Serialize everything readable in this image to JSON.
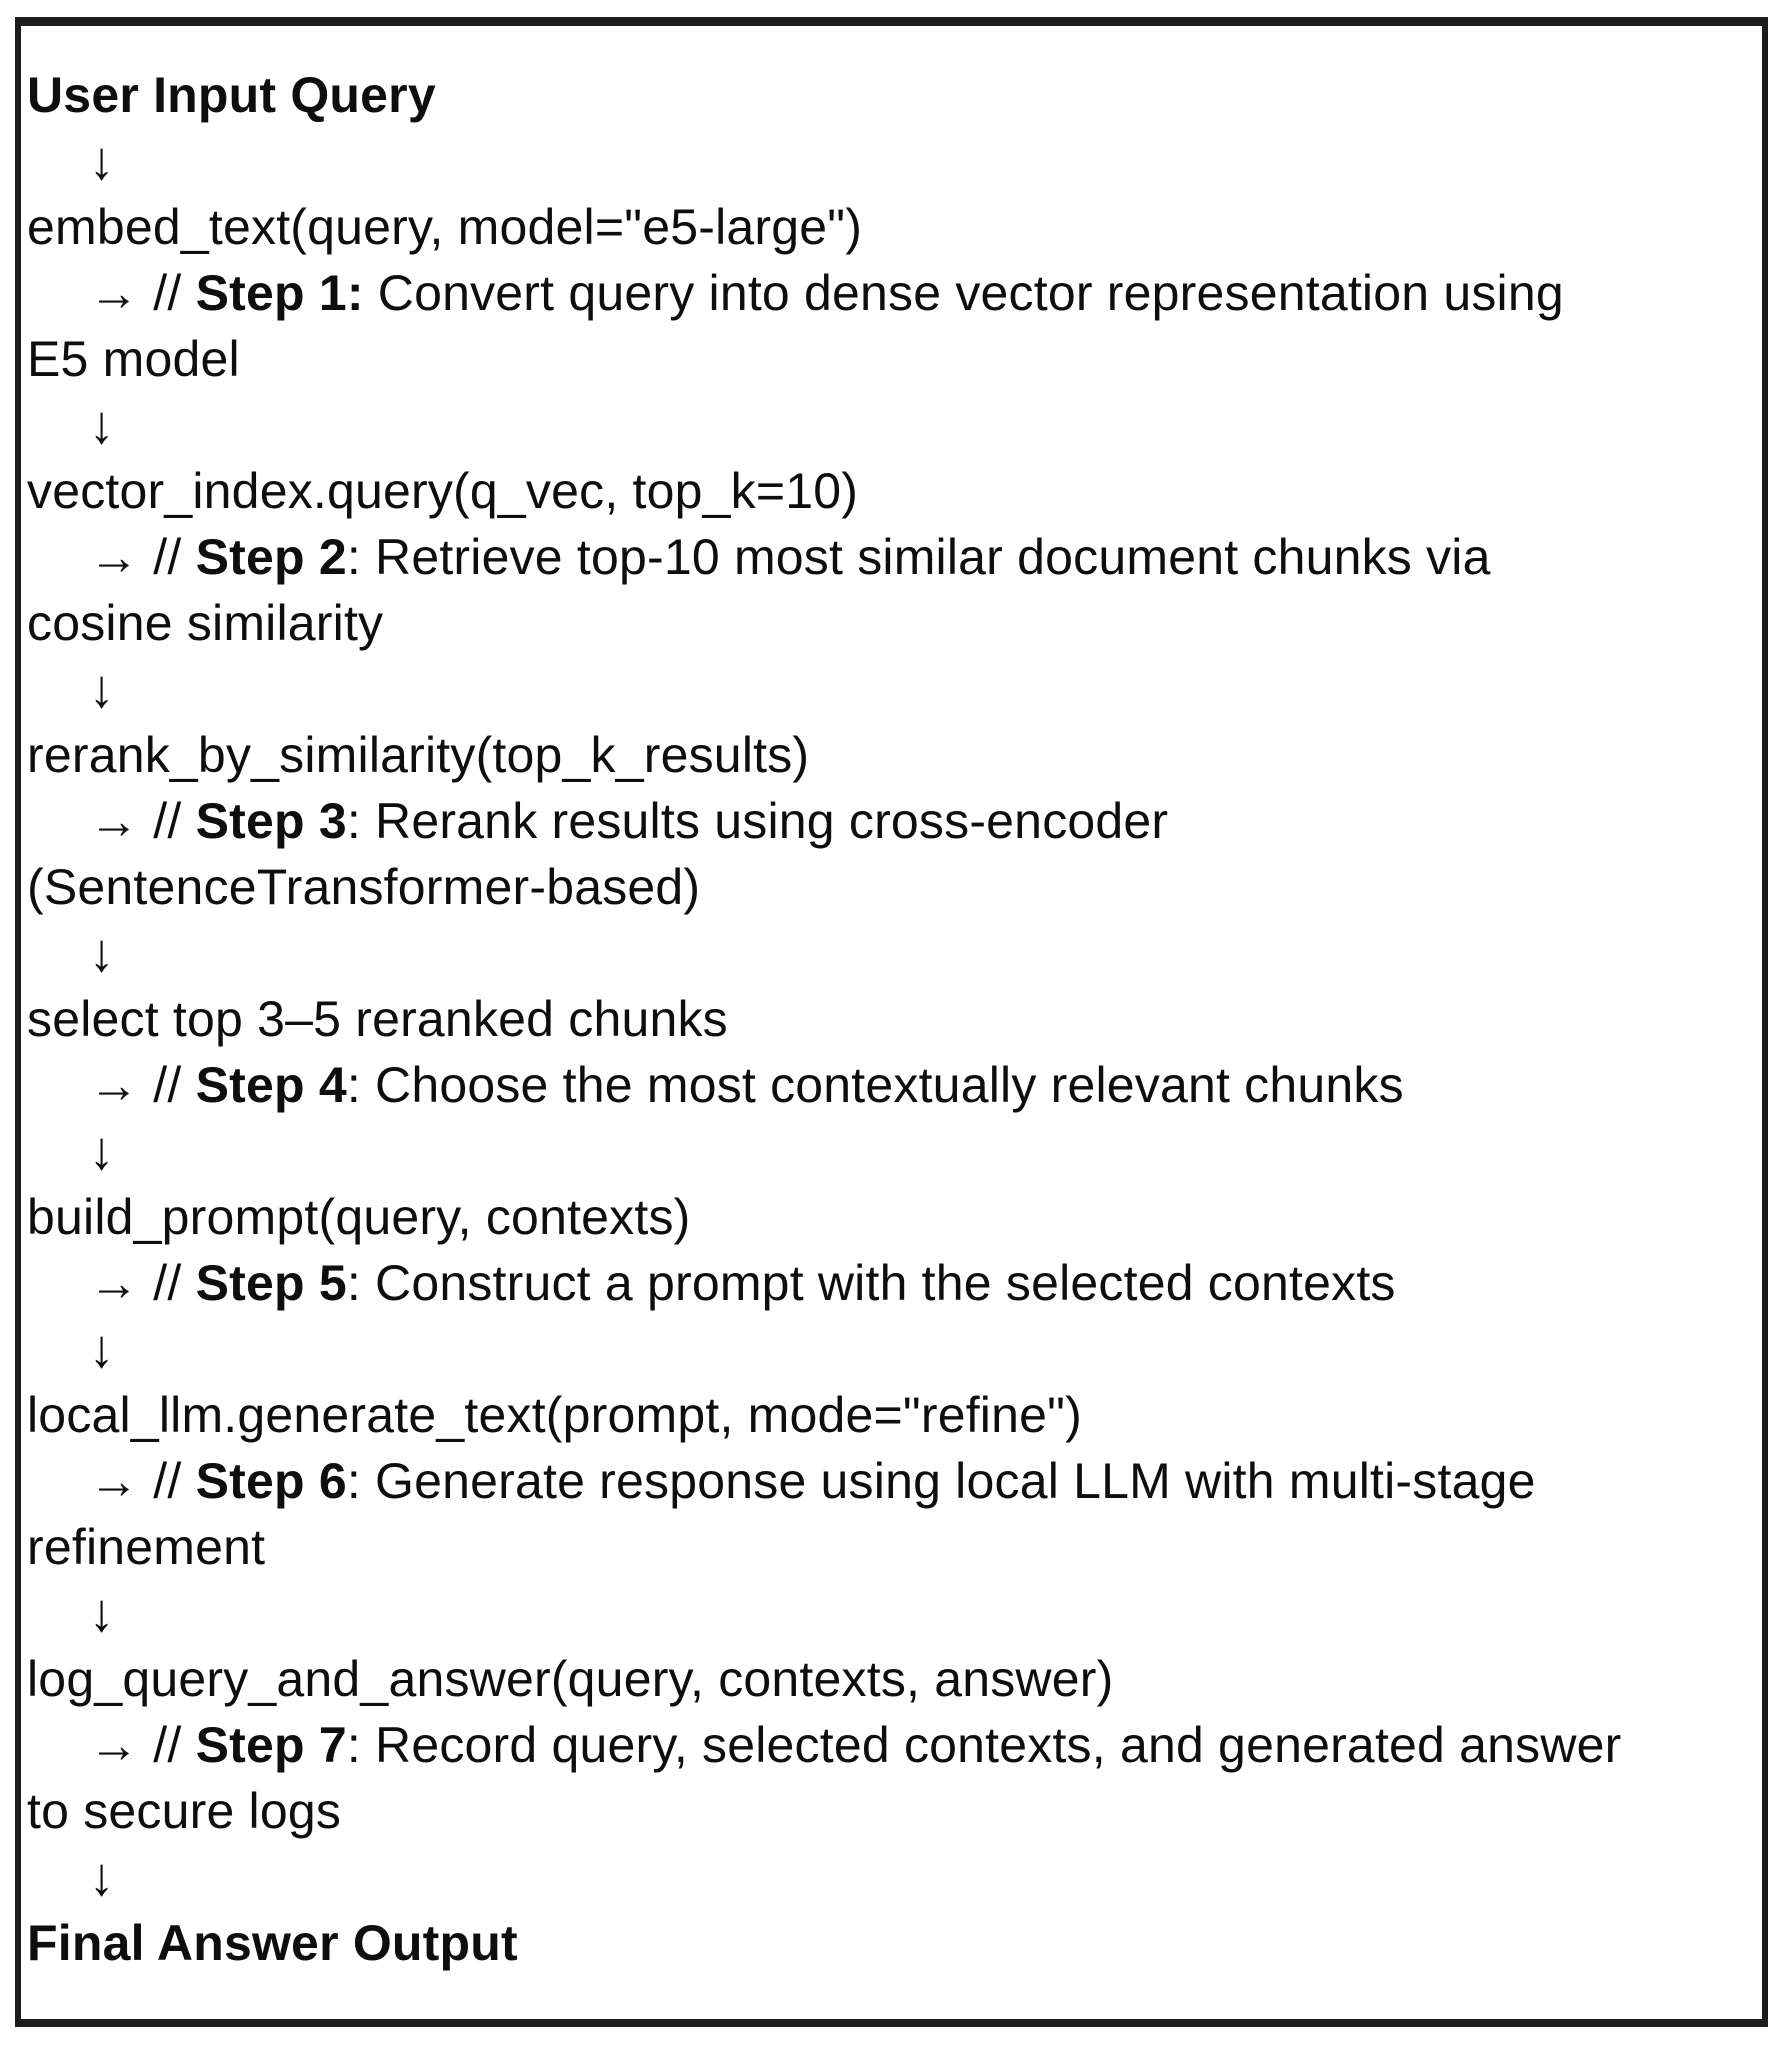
{
  "page": {
    "background": "#ffffff",
    "border_color": "#1c1c1c",
    "text_color": "#0e0e0e"
  },
  "pseudocode": {
    "arrow_down": "↓",
    "arrow_right": "→",
    "comment_prefix": " // ",
    "lines": [
      {
        "type": "heading",
        "text": "User Input Query"
      },
      {
        "type": "arrow"
      },
      {
        "type": "code",
        "text": "embed_text(query, model=\"e5-large\")"
      },
      {
        "type": "step",
        "label": "Step 1:",
        "text": " Convert query into dense vector representation using"
      },
      {
        "type": "wrap",
        "text": "E5 model"
      },
      {
        "type": "arrow"
      },
      {
        "type": "code",
        "text": "vector_index.query(q_vec, top_k=10)"
      },
      {
        "type": "step",
        "label": "Step 2",
        "text": ": Retrieve top-10 most similar document chunks via"
      },
      {
        "type": "wrap",
        "text": "cosine similarity"
      },
      {
        "type": "arrow"
      },
      {
        "type": "code",
        "text": "rerank_by_similarity(top_k_results)"
      },
      {
        "type": "step",
        "label": "Step 3",
        "text": ": Rerank results using cross-encoder"
      },
      {
        "type": "wrap",
        "text": "(SentenceTransformer-based)"
      },
      {
        "type": "arrow"
      },
      {
        "type": "code",
        "text": "select top 3–5 reranked chunks"
      },
      {
        "type": "step",
        "label": "Step 4",
        "text": ": Choose the most contextually relevant chunks"
      },
      {
        "type": "arrow"
      },
      {
        "type": "code",
        "text": "build_prompt(query, contexts)"
      },
      {
        "type": "step",
        "label": "Step 5",
        "text": ": Construct a prompt with the selected contexts"
      },
      {
        "type": "arrow"
      },
      {
        "type": "code",
        "text": "local_llm.generate_text(prompt, mode=\"refine\")"
      },
      {
        "type": "step",
        "label": "Step 6",
        "text": ": Generate response using local LLM with multi-stage"
      },
      {
        "type": "wrap",
        "text": "refinement"
      },
      {
        "type": "arrow"
      },
      {
        "type": "code",
        "text": "log_query_and_answer(query, contexts, answer)"
      },
      {
        "type": "step",
        "label": "Step 7",
        "text": ": Record query, selected contexts, and generated answer"
      },
      {
        "type": "wrap",
        "text": "to secure logs"
      },
      {
        "type": "arrow"
      },
      {
        "type": "heading",
        "text": "Final Answer Output"
      }
    ]
  }
}
